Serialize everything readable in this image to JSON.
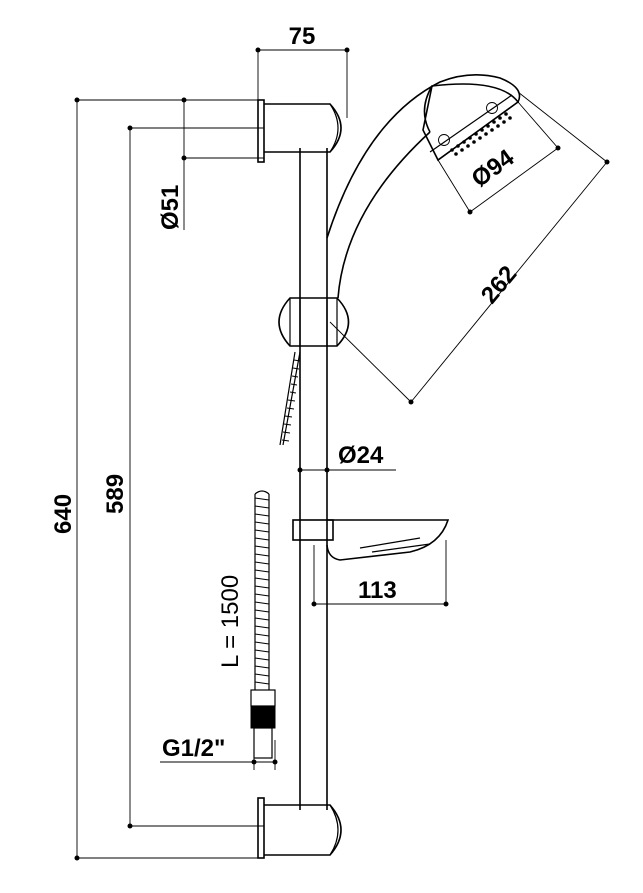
{
  "dimensions": {
    "top_width": "75",
    "shower_head_diameter": "Ø94",
    "bracket_diameter": "Ø51",
    "handle_length": "262",
    "bar_diameter": "Ø24",
    "total_height": "640",
    "fixing_distance": "589",
    "soap_dish_depth": "113",
    "hose_length": "L = 1500",
    "thread": "G1/2\""
  }
}
